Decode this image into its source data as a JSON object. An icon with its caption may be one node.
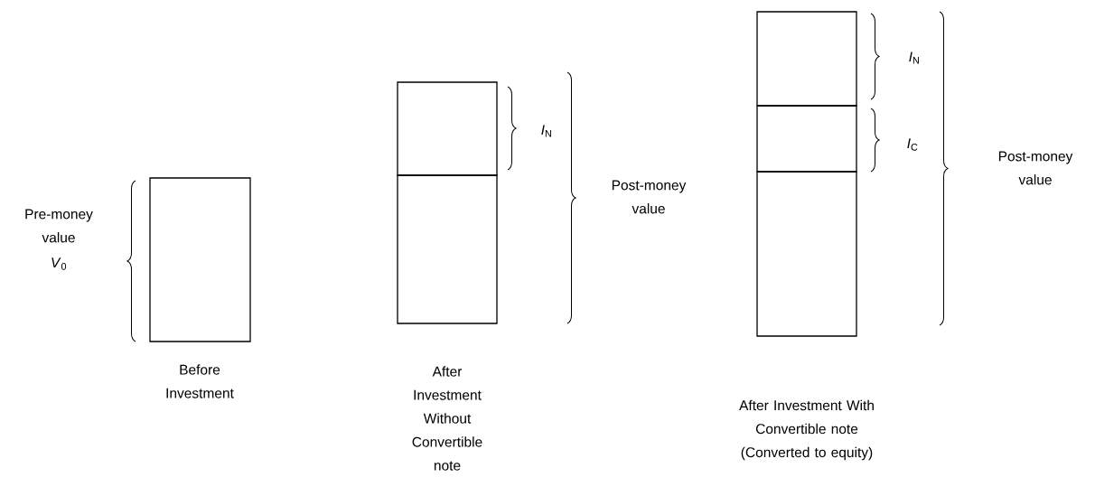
{
  "diagram": {
    "nodes": [
      {
        "text": [],
        "shape": "box"
      },
      {
        "text": [],
        "shape": "box"
      },
      {
        "text": [],
        "shape": "box"
      },
      {
        "text": [],
        "shape": "box"
      },
      {
        "text": [],
        "shape": "box"
      },
      {
        "text": [],
        "shape": "box"
      }
    ],
    "labels": [
      "Pre-money value",
      "*V*$_{0}$",
      "*I*$_{N}$",
      "Post-money value",
      "*I*$_{N}$",
      "*I*$_{C}$",
      "Post-money value",
      "Before Investment",
      "After Investment Without Convertible note",
      "After Investment With Convertible note (Converted to equity)"
    ]
  }
}
